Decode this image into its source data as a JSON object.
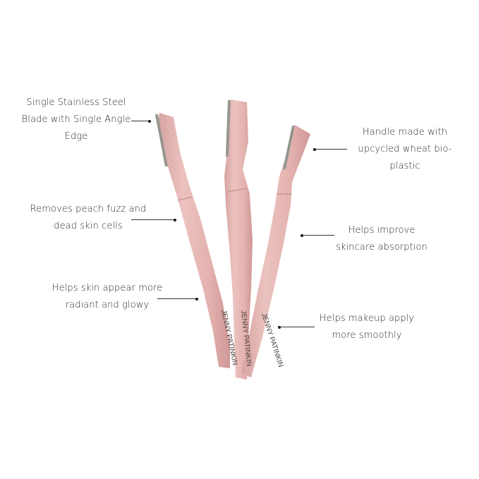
{
  "product": {
    "brand_imprint": "JENNY PATINKIN",
    "colors": {
      "background": "#ffffff",
      "handle": "#e6b8b6",
      "handle_shade": "#d49e9c",
      "handle_highlight": "#f1d0cd",
      "blade": "#9a9a94",
      "text": "#2b2b2b",
      "leader_line": "#333333"
    }
  },
  "callouts": {
    "left": [
      {
        "lines": [
          "Single Stainless Steel",
          "Blade with Single Angle",
          "Edge"
        ]
      },
      {
        "lines": [
          "Removes peach fuzz and",
          "dead skin cells"
        ]
      },
      {
        "lines": [
          "Helps skin appear more",
          "radiant and glowy"
        ]
      }
    ],
    "right": [
      {
        "lines": [
          "Handle made with",
          "upcycled wheat bio-",
          "plastic"
        ]
      },
      {
        "lines": [
          "Helps improve",
          "skincare absorption"
        ]
      },
      {
        "lines": [
          "Helps makeup apply",
          "more smoothly"
        ]
      }
    ]
  }
}
